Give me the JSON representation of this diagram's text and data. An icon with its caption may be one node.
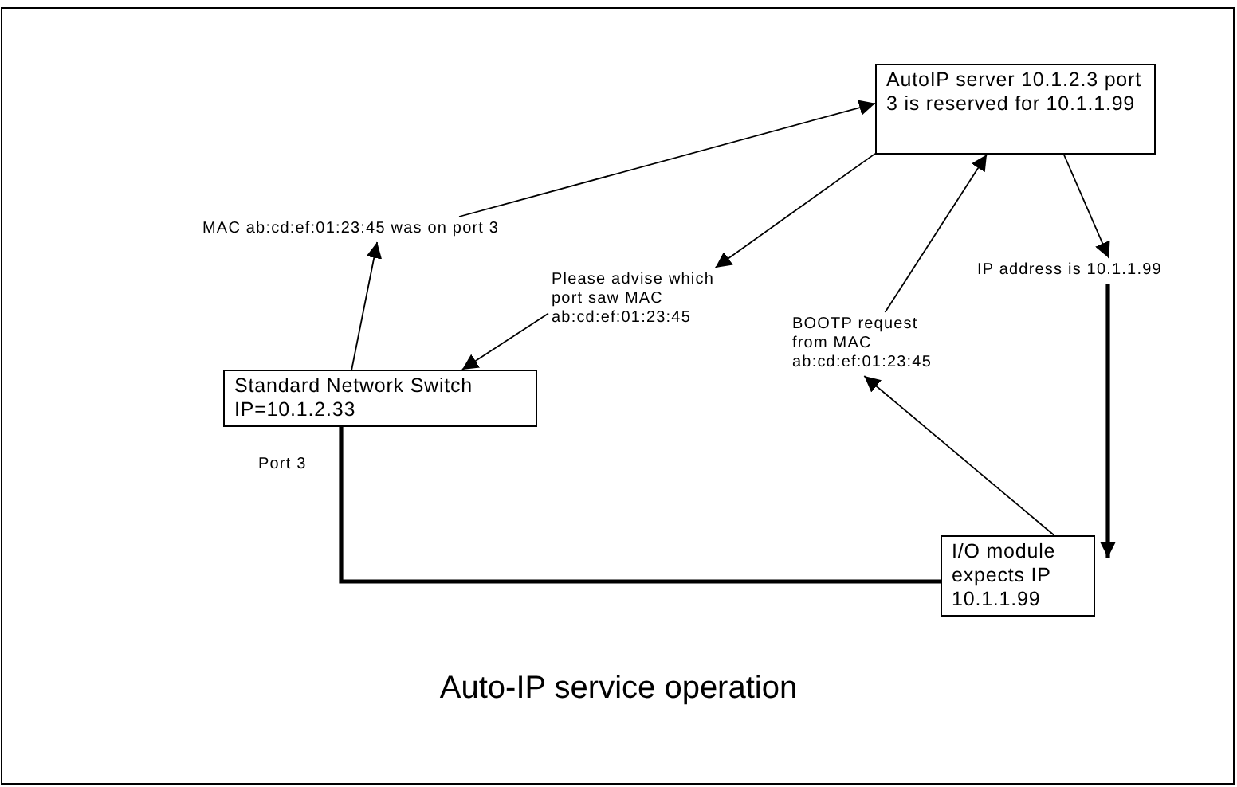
{
  "diagram": {
    "caption": "Auto-IP service operation",
    "nodes": [
      {
        "text": [
          "AutoIP server 10.1.2.3 port 3 is reserved for 10.1.1.99"
        ]
      },
      {
        "text": [
          "Standard Network Switch IP=10.1.2.33"
        ]
      },
      {
        "text": [
          "I/O module expects IP 10.1.1.99"
        ]
      },
      {
        "text": [
          "MAC ab:cd:ef:01:23:45 was on port 3"
        ]
      },
      {
        "text": [
          "Please advise which port saw MAC ab:cd:ef:01:23:45"
        ]
      },
      {
        "text": [
          "BOOTP request from MAC ab:cd:ef:01:23:45"
        ]
      },
      {
        "text": [
          "IP address is 10.1.1.99"
        ]
      }
    ],
    "edges": [
      {
        "from": 1,
        "to": 3,
        "arrow": "to"
      },
      {
        "from": 3,
        "to": 0,
        "arrow": "to"
      },
      {
        "from": 0,
        "to": 4,
        "arrow": "to"
      },
      {
        "from": 4,
        "to": 1,
        "arrow": "to"
      },
      {
        "from": 2,
        "to": 5,
        "arrow": "to"
      },
      {
        "from": 5,
        "to": 0,
        "arrow": "to"
      },
      {
        "from": 0,
        "to": 6,
        "arrow": "to"
      },
      {
        "from": 6,
        "to": 2,
        "arrow": "to",
        "style": "thick"
      },
      {
        "from": 1,
        "to": 2,
        "arrow": "none",
        "label": "Port 3",
        "style": "thick"
      }
    ]
  }
}
